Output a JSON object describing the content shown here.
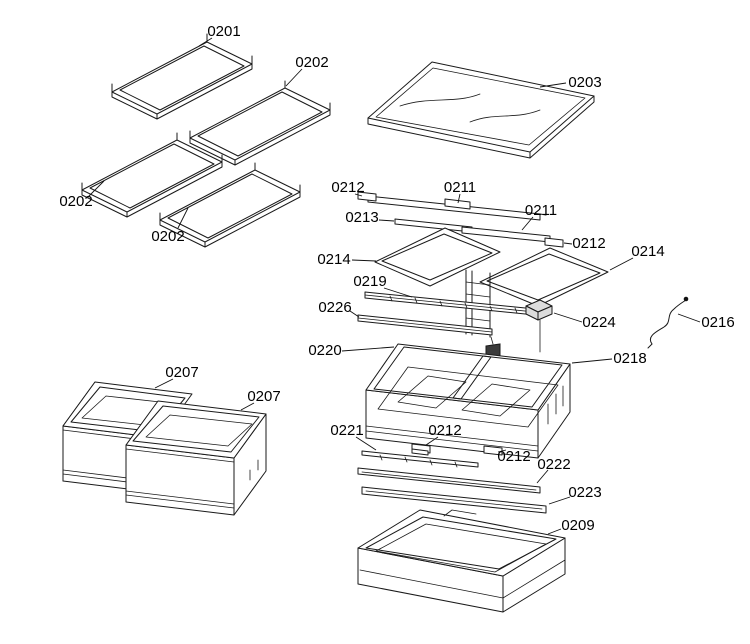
{
  "diagram": {
    "type": "exploded-parts-diagram",
    "line_color": "#1a1a1a",
    "background": "#ffffff",
    "labels": [
      {
        "text": "0201",
        "part": "glass-shelf-1"
      },
      {
        "text": "0202",
        "part": "glass-shelf-2"
      },
      {
        "text": "0203",
        "part": "top-cover-panel"
      },
      {
        "text": "0202",
        "part": "glass-shelf-3"
      },
      {
        "text": "0202",
        "part": "glass-shelf-4"
      },
      {
        "text": "0212",
        "part": "rail-end-clip-left"
      },
      {
        "text": "0211",
        "part": "upper-rail-front"
      },
      {
        "text": "0211",
        "part": "upper-rail-rear"
      },
      {
        "text": "0213",
        "part": "center-rail"
      },
      {
        "text": "0212",
        "part": "rail-end-clip-right"
      },
      {
        "text": "0214",
        "part": "grid-panel-left"
      },
      {
        "text": "0214",
        "part": "grid-panel-right"
      },
      {
        "text": "0219",
        "part": "slide-rail-upper"
      },
      {
        "text": "0226",
        "part": "slide-rail-lower"
      },
      {
        "text": "0224",
        "part": "damper-unit"
      },
      {
        "text": "0216",
        "part": "tube"
      },
      {
        "text": "0220",
        "part": "drawer-housing"
      },
      {
        "text": "0218",
        "part": "drawer-housing-right"
      },
      {
        "text": "0207",
        "part": "drawer-bin-left"
      },
      {
        "text": "0207",
        "part": "drawer-bin-right"
      },
      {
        "text": "0221",
        "part": "lower-rail"
      },
      {
        "text": "0212",
        "part": "lower-clip-left"
      },
      {
        "text": "0212",
        "part": "lower-clip-right"
      },
      {
        "text": "0222",
        "part": "lower-slat-front"
      },
      {
        "text": "0223",
        "part": "lower-slat-rear"
      },
      {
        "text": "0209",
        "part": "bottom-tray"
      }
    ]
  }
}
